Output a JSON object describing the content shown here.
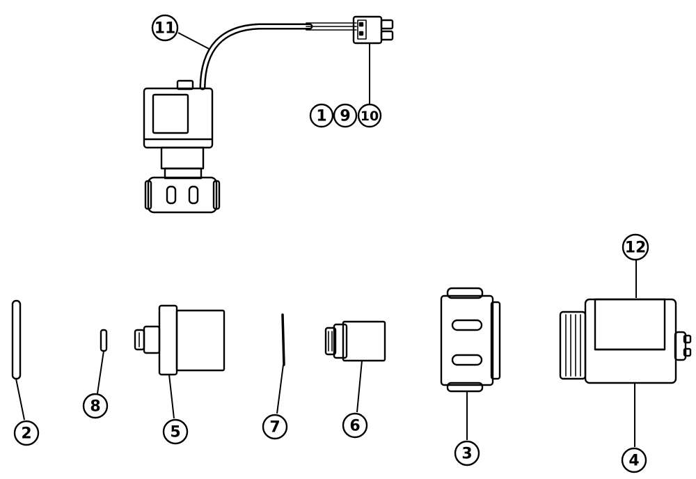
{
  "callouts": [
    {
      "id": "c11",
      "label": "11"
    },
    {
      "id": "c1",
      "label": "1"
    },
    {
      "id": "c9",
      "label": "9"
    },
    {
      "id": "c10",
      "label": "10"
    },
    {
      "id": "c12",
      "label": "12"
    },
    {
      "id": "c2",
      "label": "2"
    },
    {
      "id": "c8",
      "label": "8"
    },
    {
      "id": "c5",
      "label": "5"
    },
    {
      "id": "c7",
      "label": "7"
    },
    {
      "id": "c6",
      "label": "6"
    },
    {
      "id": "c3",
      "label": "3"
    },
    {
      "id": "c4",
      "label": "4"
    }
  ]
}
